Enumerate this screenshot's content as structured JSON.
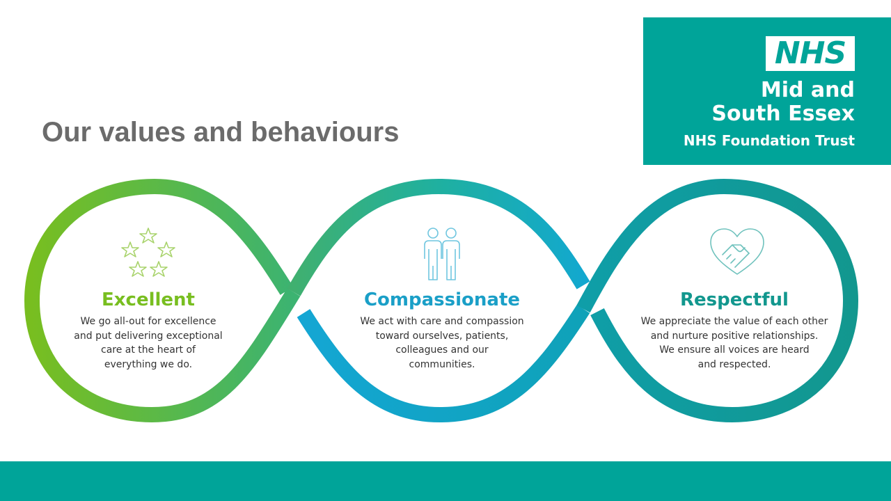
{
  "title": "Our values and behaviours",
  "logo": {
    "mark": "NHS",
    "line1": "Mid and",
    "line2": "South Essex",
    "line3": "NHS Foundation Trust"
  },
  "values": [
    {
      "heading": "Excellent",
      "text": "We go all-out for excellence\nand put delivering exceptional\ncare at the heart of\neverything we do.",
      "icon": "stars-icon",
      "color": "#78be20"
    },
    {
      "heading": "Compassionate",
      "text": "We act with care and compassion\ntoward ourselves, patients,\ncolleagues and our\ncommunities.",
      "icon": "people-icon",
      "color": "#1a9fc7"
    },
    {
      "heading": "Respectful",
      "text": "We appreciate the value of each other\nand nurture positive relationships.\nWe ensure all voices are heard\nand respected.",
      "icon": "heart-handshake-icon",
      "color": "#12978e"
    }
  ],
  "colors": {
    "brand_teal": "#00a499",
    "title_grey": "#6b6b6b",
    "green": "#78be20",
    "blue": "#1a9fc7"
  }
}
